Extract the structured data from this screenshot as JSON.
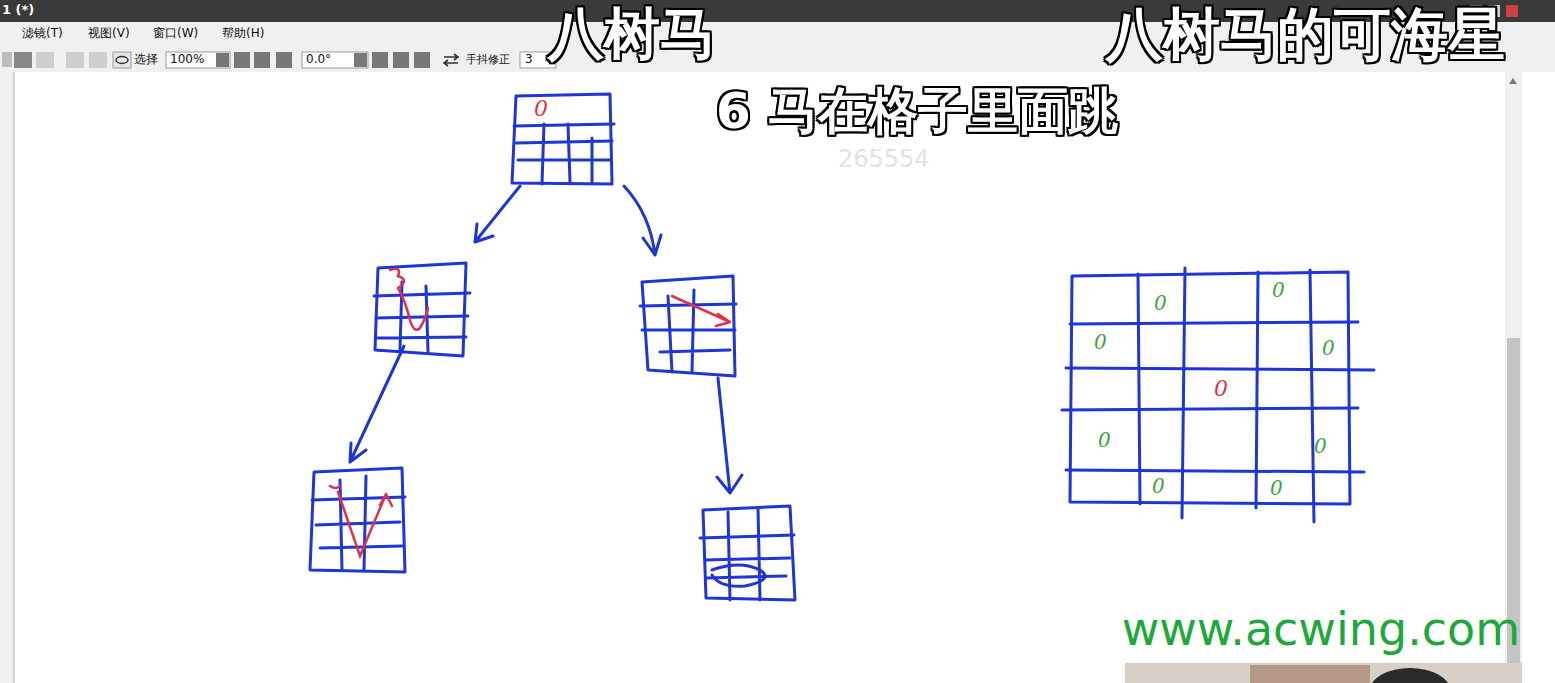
{
  "diagram": {
    "title": "6 马在格子里面跳",
    "nodes": [
      {
        "text": [
          "0"
        ]
      },
      {
        "text": [
          "0",
          "0",
          "0",
          "0",
          "0",
          "0",
          "0",
          "0",
          "0"
        ]
      }
    ],
    "labels": [
      "1 (*)",
      "滤镜(T)",
      "视图(V)",
      "窗口(W)",
      "帮助(H)",
      "选择",
      "100%",
      "0.0°",
      "手抖修正",
      "3",
      "八树马",
      "八树马的可海星",
      "265554",
      "www.acwing.com"
    ]
  }
}
